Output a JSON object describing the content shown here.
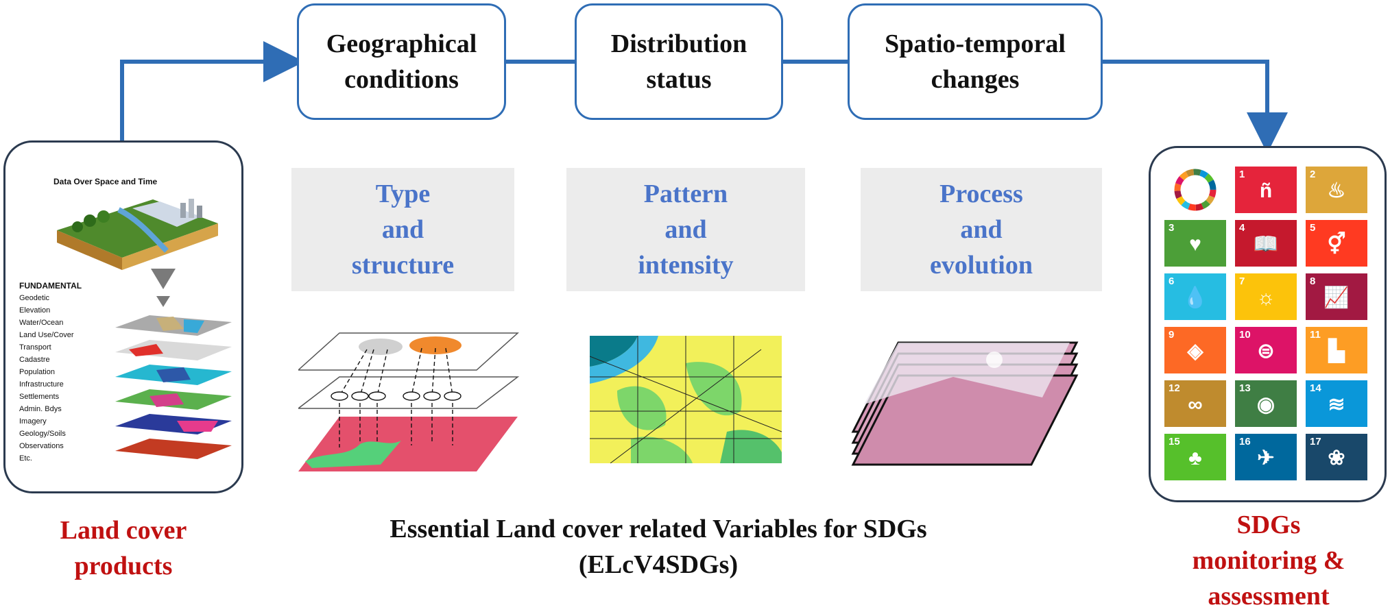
{
  "flow_boxes": [
    {
      "line1": "Geographical",
      "line2": "conditions"
    },
    {
      "line1": "Distribution",
      "line2": "status"
    },
    {
      "line1": "Spatio-temporal",
      "line2": "changes"
    }
  ],
  "variable_boxes": [
    {
      "line1": "Type",
      "line2": "and",
      "line3": "structure"
    },
    {
      "line1": "Pattern",
      "line2": "and",
      "line3": "intensity"
    },
    {
      "line1": "Process",
      "line2": "and",
      "line3": "evolution"
    }
  ],
  "land_cover": {
    "panel_title": "Data Over Space and Time",
    "list_heading": "FUNDAMENTAL",
    "list_items": [
      "Geodetic",
      "Elevation",
      "Water/Ocean",
      "Land Use/Cover",
      "Transport",
      "Cadastre",
      "Population",
      "Infrastructure",
      "Settlements",
      "Admin. Bdys",
      "Imagery",
      "Geology/Soils",
      "Observations",
      "Etc."
    ],
    "label_line1": "Land cover",
    "label_line2": "products"
  },
  "caption": {
    "line1": "Essential Land cover related Variables for SDGs",
    "line2": "(ELcV4SDGs)"
  },
  "sdgs": {
    "label_line1": "SDGs",
    "label_line2": "monitoring &",
    "label_line3": "assessment",
    "tiles": [
      {
        "num": "",
        "icon": "sdg-wheel-icon",
        "glyph": "",
        "color": "#ffffff"
      },
      {
        "num": "1",
        "icon": "family-icon",
        "glyph": "ñ",
        "color": "#e5243b"
      },
      {
        "num": "2",
        "icon": "bowl-icon",
        "glyph": "♨",
        "color": "#dda63a"
      },
      {
        "num": "3",
        "icon": "heartbeat-icon",
        "glyph": "♥",
        "color": "#4c9f38"
      },
      {
        "num": "4",
        "icon": "book-icon",
        "glyph": "📖",
        "color": "#c5192d"
      },
      {
        "num": "5",
        "icon": "gender-icon",
        "glyph": "⚥",
        "color": "#ff3a21"
      },
      {
        "num": "6",
        "icon": "water-drop-icon",
        "glyph": "💧",
        "color": "#26bde2"
      },
      {
        "num": "7",
        "icon": "sun-icon",
        "glyph": "☼",
        "color": "#fcc30b"
      },
      {
        "num": "8",
        "icon": "growth-chart-icon",
        "glyph": "📈",
        "color": "#a21942"
      },
      {
        "num": "9",
        "icon": "cubes-icon",
        "glyph": "◈",
        "color": "#fd6925"
      },
      {
        "num": "10",
        "icon": "equality-icon",
        "glyph": "⊜",
        "color": "#dd1367"
      },
      {
        "num": "11",
        "icon": "city-icon",
        "glyph": "▙",
        "color": "#fd9d24"
      },
      {
        "num": "12",
        "icon": "infinity-icon",
        "glyph": "∞",
        "color": "#bf8b2e"
      },
      {
        "num": "13",
        "icon": "eye-globe-icon",
        "glyph": "◉",
        "color": "#3f7e44"
      },
      {
        "num": "14",
        "icon": "fish-icon",
        "glyph": "≋",
        "color": "#0a97d9"
      },
      {
        "num": "15",
        "icon": "tree-icon",
        "glyph": "♣",
        "color": "#56c02b"
      },
      {
        "num": "16",
        "icon": "dove-icon",
        "glyph": "✈",
        "color": "#00689d"
      },
      {
        "num": "17",
        "icon": "rings-icon",
        "glyph": "❀",
        "color": "#19486a"
      }
    ]
  },
  "colors": {
    "flow_blue": "#2f6db5",
    "label_red": "#c01111",
    "variable_blue": "#4a74c9"
  }
}
